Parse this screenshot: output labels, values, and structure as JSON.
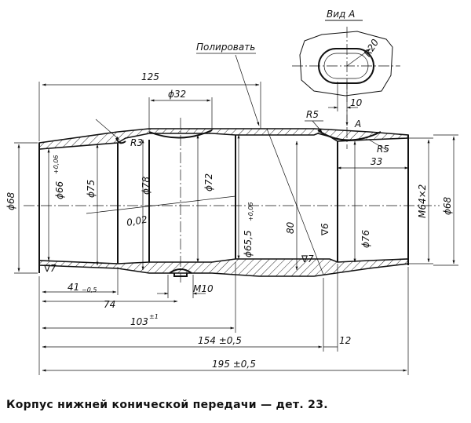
{
  "view_label": "Вид А",
  "note_polish": "Полировать",
  "view_dims": {
    "radius": "R20",
    "width": "10"
  },
  "dims": {
    "l125": "125",
    "d32": "ϕ32",
    "r5_top": "R5",
    "r3": "R3",
    "arrow_a": "A",
    "r5_right": "R5",
    "l33": "33",
    "d68_left": "ϕ68",
    "d66": "ϕ66",
    "d66_tol": "+0,06",
    "d75": "ϕ75",
    "d78": "ϕ78",
    "d72": "ϕ72",
    "d65_5": "ϕ65,5",
    "d65_5_tol": "+0,06",
    "l80": "80",
    "m64": "M64×2",
    "d68_right": "ϕ68",
    "d76": "ϕ76",
    "runout": "0,02",
    "rough1": "∇6",
    "rough2": "∇7",
    "rough3": "∇7",
    "l41": "41",
    "l41_tol": "−0,5",
    "l74": "74",
    "m10": "M10",
    "l103": "103",
    "l103_tol": "±1",
    "l154": "154 ±0,5",
    "l12": "12",
    "l195": "195 ±0,5"
  },
  "caption": "Корпус нижней конической передачи — дет. 23."
}
